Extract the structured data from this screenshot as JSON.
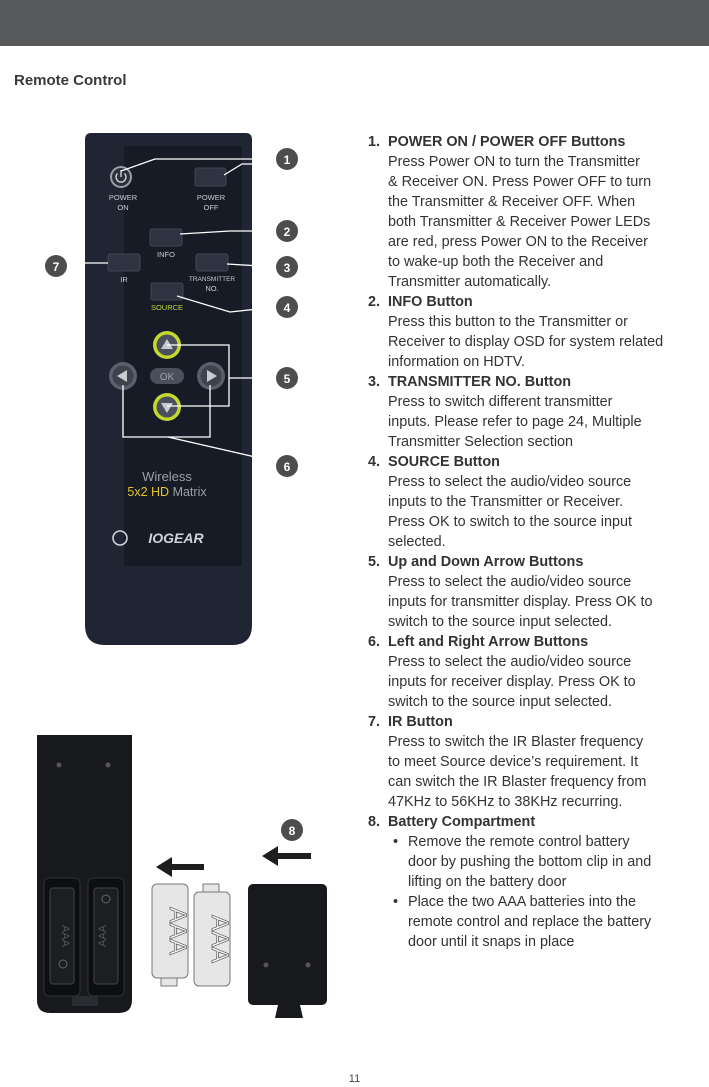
{
  "header": {
    "section_title": "Remote Control"
  },
  "remote": {
    "power_on": [
      "POWER",
      "ON"
    ],
    "power_off": [
      "POWER",
      "OFF"
    ],
    "info": "INFO",
    "ir": "IR",
    "transmitter": [
      "TRANSMITTER",
      "NO."
    ],
    "source": "SOURCE",
    "ok": "OK",
    "brand_line1": "Wireless",
    "brand_line2_a": "5x2 HD",
    "brand_line2_b": " Matrix",
    "logo": "IOGEAR"
  },
  "callouts": [
    "1",
    "2",
    "3",
    "4",
    "5",
    "6",
    "7",
    "8"
  ],
  "battery": {
    "label": "AAA"
  },
  "colors": {
    "accent_green": "#c4d82e",
    "remote_body": "#1f2532",
    "callout": "#4d4d4d"
  },
  "items": [
    {
      "num": "1.",
      "title": "POWER ON / POWER OFF Buttons",
      "lines": [
        "Press Power ON to turn the Transmitter",
        "& Receiver ON.  Press Power OFF to turn",
        "the Transmitter & Receiver OFF.  When",
        "both Transmitter & Receiver Power LEDs",
        "are red, press Power ON to the Receiver",
        "to wake-up both the Receiver and",
        "Transmitter automatically."
      ]
    },
    {
      "num": "2.",
      "title": "INFO Button",
      "lines": [
        "Press this button to the Transmitter or",
        "Receiver to display OSD for system related",
        "information on HDTV."
      ]
    },
    {
      "num": "3.",
      "title": "TRANSMITTER NO. Button",
      "lines": [
        "Press to switch different transmitter",
        "inputs. Please refer to page 24, Multiple",
        "Transmitter Selection section"
      ]
    },
    {
      "num": "4.",
      "title": "SOURCE Button",
      "lines": [
        "Press to select the audio/video source",
        "inputs to the Transmitter or Receiver.",
        "Press OK to switch to the source input",
        "selected."
      ]
    },
    {
      "num": "5.",
      "title": "Up and Down Arrow Buttons",
      "lines": [
        "Press to select the audio/video source",
        "inputs for transmitter display.  Press OK to",
        "switch to the source input selected."
      ]
    },
    {
      "num": "6.",
      "title": "Left and Right Arrow Buttons",
      "lines": [
        "Press to select the audio/video source",
        "inputs for receiver display.  Press OK to",
        "switch to the source input selected."
      ]
    },
    {
      "num": "7.",
      "title": "IR Button",
      "lines": [
        "Press to switch the IR Blaster frequency",
        "to meet Source device’s requirement. It",
        "can switch the IR Blaster frequency from",
        "47KHz to 56KHz to 38KHz recurring."
      ]
    },
    {
      "num": "8.",
      "title": "Battery Compartment",
      "bullets": [
        [
          "Remove the remote control battery",
          "door by pushing the bottom clip in and",
          "lifting on the battery door"
        ],
        [
          "Place the two AAA batteries into the",
          "remote control and replace the battery",
          "door until it snaps in place"
        ]
      ]
    }
  ],
  "page_number": "11"
}
